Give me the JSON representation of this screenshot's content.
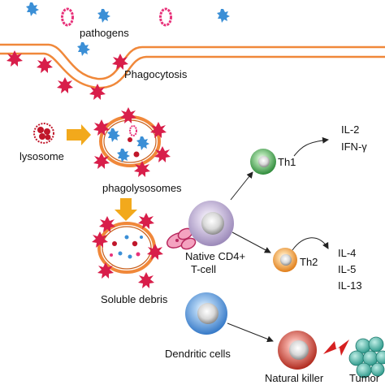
{
  "labels": {
    "pathogens": "pathogens",
    "phagocytosis": "Phagocytosis",
    "lysosome": "lysosome",
    "phagolysosomes": "phagolysosomes",
    "soluble_debris": "Soluble debris",
    "native_cd4_line1": "Native CD4+",
    "native_cd4_line2": "T-cell",
    "th1": "Th1",
    "th2": "Th2",
    "dendritic_cells": "Dendritic cells",
    "natural_killer": "Natural killer",
    "tumor": "Tumor",
    "th1_cytokines": [
      "IL-2",
      "IFN-γ"
    ],
    "th2_cytokines": [
      "IL-4",
      "IL-5",
      "IL-13"
    ]
  },
  "colors": {
    "membrane": "#f0883a",
    "membrane_dark": "#c9601c",
    "pathogen_star": "#3b8fd6",
    "pathogen_ring": "#e8327a",
    "antigen_star": "#d81e4a",
    "lysosome": "#c0162a",
    "arrow": "#f2a91c",
    "naive_cell": "#b6a6cf",
    "th1_cell": "#4caf50",
    "th2_cell": "#f39a2e",
    "dendritic_cell": "#4b90d8",
    "nk_cell": "#c0392b",
    "tumor_cell": "#3aa89a",
    "lightning": "#d62020"
  },
  "icons": [
    "pathogen-star-icon",
    "pathogen-ring-icon",
    "antigen-star-icon",
    "lysosome-icon",
    "mhc-receptor-icon",
    "lightning-bolt-icon"
  ]
}
